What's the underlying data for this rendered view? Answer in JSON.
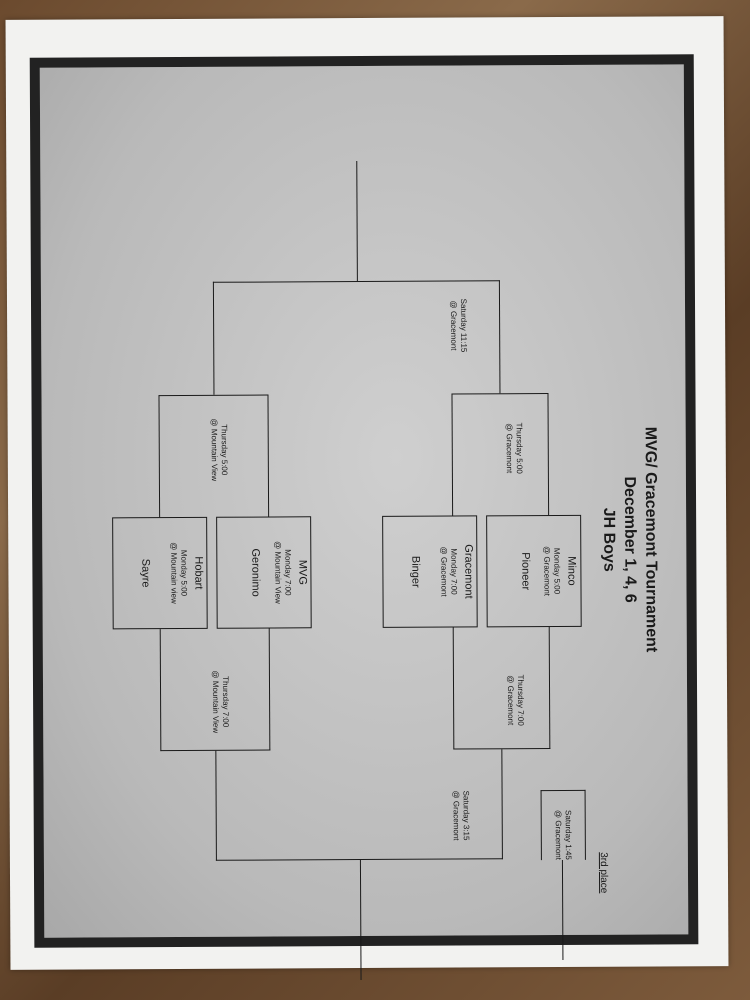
{
  "title": {
    "line1": "MVG/ Gracemont Tournament",
    "line2": "December 1, 4, 6",
    "line3": "JH Boys"
  },
  "round1": [
    {
      "top_team": "Minco",
      "bottom_team": "Pioneer",
      "day": "Monday 5:00",
      "site": "@ Gracemont"
    },
    {
      "top_team": "Gracemont",
      "bottom_team": "Binger",
      "day": "Monday 7:00",
      "site": "@ Gracemont"
    },
    {
      "top_team": "MVG",
      "bottom_team": "Geronimo",
      "day": "Monday 7:00",
      "site": "@ Mountain View"
    },
    {
      "top_team": "Hobart",
      "bottom_team": "Sayre",
      "day": "Monday 5:00",
      "site": "@ Mountain view"
    }
  ],
  "semis": [
    {
      "day": "Thursday 7:00",
      "site": "@ Gracemont"
    },
    {
      "day": "Thursday 5:00",
      "site": "@ Gracemont"
    },
    {
      "day": "Thursday 7:00",
      "site": "@ Mountain View"
    },
    {
      "day": "Thursday 5:00",
      "site": "@ Mountain View"
    }
  ],
  "finals": [
    {
      "day": "Saturday 3:15",
      "site": "@ Gracemont"
    },
    {
      "day": "Saturday 11:15",
      "site": "@ Gracemont"
    }
  ],
  "third_place": {
    "label": "3rd place",
    "day": "Saturday 1:45",
    "site": "@ Gracemont"
  }
}
